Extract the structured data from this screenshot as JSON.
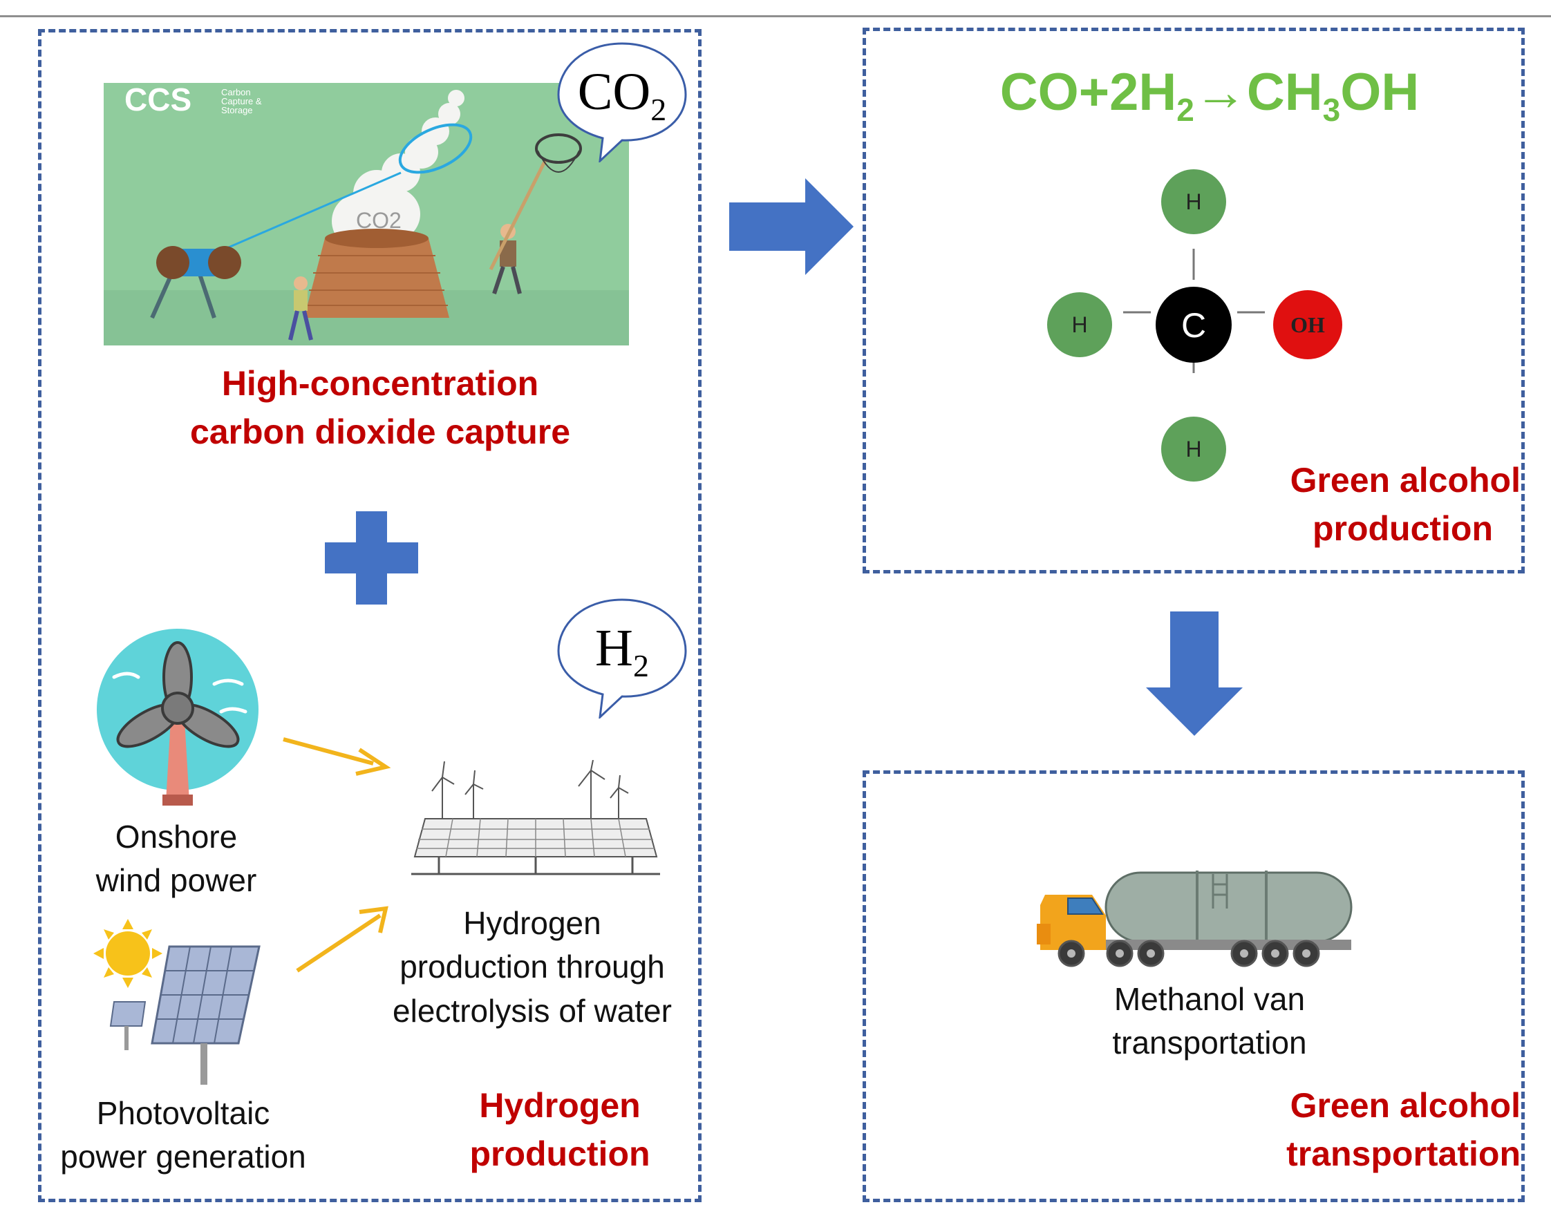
{
  "capture": {
    "title_line1": "High-concentration",
    "title_line2": "carbon dioxide capture",
    "ccs_logo": "CCS",
    "ccs_subtitle_line1": "Carbon",
    "ccs_subtitle_line2": "Capture &",
    "ccs_subtitle_line3": "Storage",
    "chimney_text": "CO2"
  },
  "co2_bubble": {
    "main": "CO",
    "sub": "2"
  },
  "h2_bubble": {
    "main": "H",
    "sub": "2"
  },
  "hydrogen": {
    "wind_line1": "Onshore",
    "wind_line2": "wind power",
    "pv_line1": "Photovoltaic",
    "pv_line2": "power generation",
    "electro_line1": "Hydrogen",
    "electro_line2": "production through",
    "electro_line3": "electrolysis of water",
    "title_line1": "Hydrogen",
    "title_line2": "production"
  },
  "methanol": {
    "eq_part1": "CO+2H",
    "eq_sub1": "2",
    "eq_part2": "→CH",
    "eq_sub2": "3",
    "eq_part3": "OH",
    "atom_top": "H",
    "atom_left": "H",
    "atom_center": "C",
    "atom_right": "OH",
    "atom_bottom": "H",
    "title_line1": "Green alcohol",
    "title_line2": "production"
  },
  "transport": {
    "van_line1": "Methanol van",
    "van_line2": "transportation",
    "title_line1": "Green alcohol",
    "title_line2": "transportation"
  },
  "colors": {
    "accent_blue": "#4472c4",
    "label_red": "#c00000",
    "equation_green": "#6fbf45",
    "dash_border": "#3f5f9e",
    "flow_arrow_yellow": "#f2b41c"
  }
}
